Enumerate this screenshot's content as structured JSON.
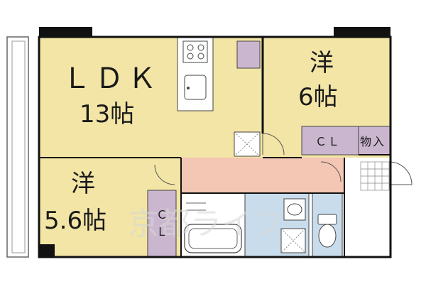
{
  "rooms": {
    "ldk": {
      "name": "ＬＤＫ",
      "size": "13帖"
    },
    "western_6": {
      "name": "洋",
      "size": "6帖"
    },
    "western_56": {
      "name": "洋",
      "size": "5.6帖"
    },
    "closet_east": {
      "label": "ＣＬ"
    },
    "storage": {
      "label": "物入"
    },
    "closet_west": {
      "label_c": "Ｃ",
      "label_l": "Ｌ"
    }
  },
  "watermark": {
    "text": "京都ライフ"
  },
  "colors": {
    "room": "#f2e5a6",
    "hall": "#f4c6b4",
    "closet": "#cbb6cf",
    "wet": "#c8dcec",
    "wall": "#111111",
    "balcony_line": "#666666"
  }
}
